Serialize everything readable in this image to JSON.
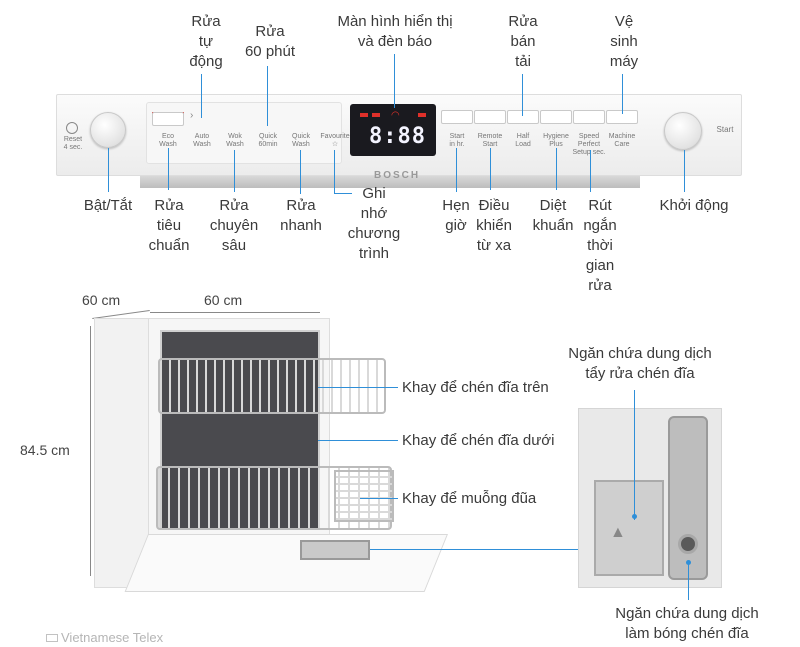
{
  "top_labels": {
    "auto_wash": "Rửa\ntự\nđộng",
    "quick_60": "Rửa\n60 phút",
    "display": "Màn hình hiển thị\nvà đèn báo",
    "half_load": "Rửa\nbán\ntải",
    "machine_care": "Vệ\nsinh\nmáy"
  },
  "bottom_labels": {
    "power": "Bật/Tắt",
    "eco": "Rửa\ntiêu\nchuẩn",
    "wok": "Rửa\nchuyên\nsâu",
    "quick": "Rửa\nnhanh",
    "favourite": "Ghi\nnhớ\nchương\ntrình",
    "timer": "Hẹn\ngiờ",
    "remote": "Điều\nkhiển\ntừ xa",
    "hygiene": "Diệt\nkhuẩn",
    "speed": "Rút\nngắn\nthời\ngian\nrửa",
    "start": "Khởi động"
  },
  "panel": {
    "reset": "Reset\n4 sec.",
    "start": "Start",
    "buttons": [
      "Eco\nWash",
      "Auto\nWash",
      "Wok\nWash",
      "Quick\n60min",
      "Quick\nWash",
      "Favourite\n☆",
      "Start\nin hr.",
      "Remote\nStart",
      "Half\nLoad",
      "Hygiene\nPlus",
      "Speed\nPerfect\nSetup sec.",
      "Machine\nCare"
    ],
    "display_digits": "8:88",
    "brand": "BOSCH"
  },
  "dimensions": {
    "depth": "60 cm",
    "width": "60 cm",
    "height": "84.5 cm"
  },
  "rack_labels": {
    "upper": "Khay để chén đĩa trên",
    "lower": "Khay để chén đĩa dưới",
    "cutlery": "Khay để muỗng đũa"
  },
  "inset_labels": {
    "detergent": "Ngăn chứa dung dịch\ntẩy rửa chén đĩa",
    "rinse": "Ngăn chứa dung dịch\nlàm bóng chén đĩa"
  },
  "ime": "Vietnamese Telex",
  "colors": {
    "leader": "#2f8fd8",
    "accent_red": "#e0302a",
    "panel": "#f4f4f4"
  }
}
